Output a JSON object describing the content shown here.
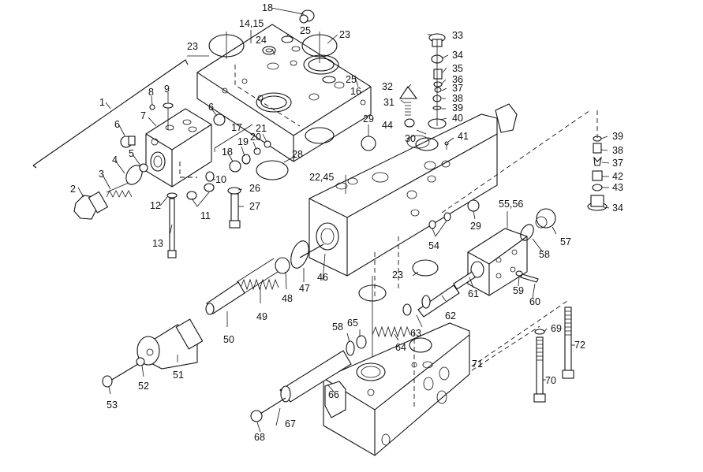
{
  "diagram": {
    "type": "exploded-parts-diagram",
    "subject": "hydraulic valve block assembly",
    "callouts": [
      {
        "id": "c1",
        "text": "1"
      },
      {
        "id": "c2",
        "text": "2"
      },
      {
        "id": "c3",
        "text": "3"
      },
      {
        "id": "c4",
        "text": "4"
      },
      {
        "id": "c5",
        "text": "5"
      },
      {
        "id": "c6a",
        "text": "6"
      },
      {
        "id": "c6b",
        "text": "6"
      },
      {
        "id": "c7",
        "text": "7"
      },
      {
        "id": "c8",
        "text": "8"
      },
      {
        "id": "c9",
        "text": "9"
      },
      {
        "id": "c10",
        "text": "10"
      },
      {
        "id": "c11",
        "text": "11"
      },
      {
        "id": "c12",
        "text": "12"
      },
      {
        "id": "c13",
        "text": "13"
      },
      {
        "id": "c1415",
        "text": "14,15"
      },
      {
        "id": "c16",
        "text": "16"
      },
      {
        "id": "c17",
        "text": "17"
      },
      {
        "id": "c18a",
        "text": "18"
      },
      {
        "id": "c18b",
        "text": "18"
      },
      {
        "id": "c19",
        "text": "19"
      },
      {
        "id": "c20",
        "text": "20"
      },
      {
        "id": "c21",
        "text": "21"
      },
      {
        "id": "c2245",
        "text": "22,45"
      },
      {
        "id": "c23a",
        "text": "23"
      },
      {
        "id": "c23b",
        "text": "23"
      },
      {
        "id": "c23c",
        "text": "23"
      },
      {
        "id": "c24",
        "text": "24"
      },
      {
        "id": "c25a",
        "text": "25"
      },
      {
        "id": "c25b",
        "text": "25"
      },
      {
        "id": "c26",
        "text": "26"
      },
      {
        "id": "c27",
        "text": "27"
      },
      {
        "id": "c28",
        "text": "28"
      },
      {
        "id": "c29a",
        "text": "29"
      },
      {
        "id": "c29b",
        "text": "29"
      },
      {
        "id": "c30",
        "text": "30"
      },
      {
        "id": "c31",
        "text": "31"
      },
      {
        "id": "c32",
        "text": "32"
      },
      {
        "id": "c33",
        "text": "33"
      },
      {
        "id": "c34a",
        "text": "34"
      },
      {
        "id": "c34b",
        "text": "34"
      },
      {
        "id": "c35",
        "text": "35"
      },
      {
        "id": "c36",
        "text": "36"
      },
      {
        "id": "c37a",
        "text": "37"
      },
      {
        "id": "c37b",
        "text": "37"
      },
      {
        "id": "c38a",
        "text": "38"
      },
      {
        "id": "c38b",
        "text": "38"
      },
      {
        "id": "c39a",
        "text": "39"
      },
      {
        "id": "c39b",
        "text": "39"
      },
      {
        "id": "c40",
        "text": "40"
      },
      {
        "id": "c41",
        "text": "41"
      },
      {
        "id": "c42",
        "text": "42"
      },
      {
        "id": "c43",
        "text": "43"
      },
      {
        "id": "c44",
        "text": "44"
      },
      {
        "id": "c46",
        "text": "46"
      },
      {
        "id": "c47",
        "text": "47"
      },
      {
        "id": "c48",
        "text": "48"
      },
      {
        "id": "c49",
        "text": "49"
      },
      {
        "id": "c50",
        "text": "50"
      },
      {
        "id": "c51",
        "text": "51"
      },
      {
        "id": "c52",
        "text": "52"
      },
      {
        "id": "c53",
        "text": "53"
      },
      {
        "id": "c54",
        "text": "54"
      },
      {
        "id": "c5556",
        "text": "55,56"
      },
      {
        "id": "c57",
        "text": "57"
      },
      {
        "id": "c58a",
        "text": "58"
      },
      {
        "id": "c58b",
        "text": "58"
      },
      {
        "id": "c59",
        "text": "59"
      },
      {
        "id": "c60",
        "text": "60"
      },
      {
        "id": "c61",
        "text": "61"
      },
      {
        "id": "c62",
        "text": "62"
      },
      {
        "id": "c63",
        "text": "63"
      },
      {
        "id": "c64",
        "text": "64"
      },
      {
        "id": "c65",
        "text": "65"
      },
      {
        "id": "c66",
        "text": "66"
      },
      {
        "id": "c67",
        "text": "67"
      },
      {
        "id": "c68",
        "text": "68"
      },
      {
        "id": "c69",
        "text": "69"
      },
      {
        "id": "c70",
        "text": "70"
      },
      {
        "id": "c71",
        "text": "71"
      },
      {
        "id": "c72",
        "text": "72"
      }
    ]
  }
}
